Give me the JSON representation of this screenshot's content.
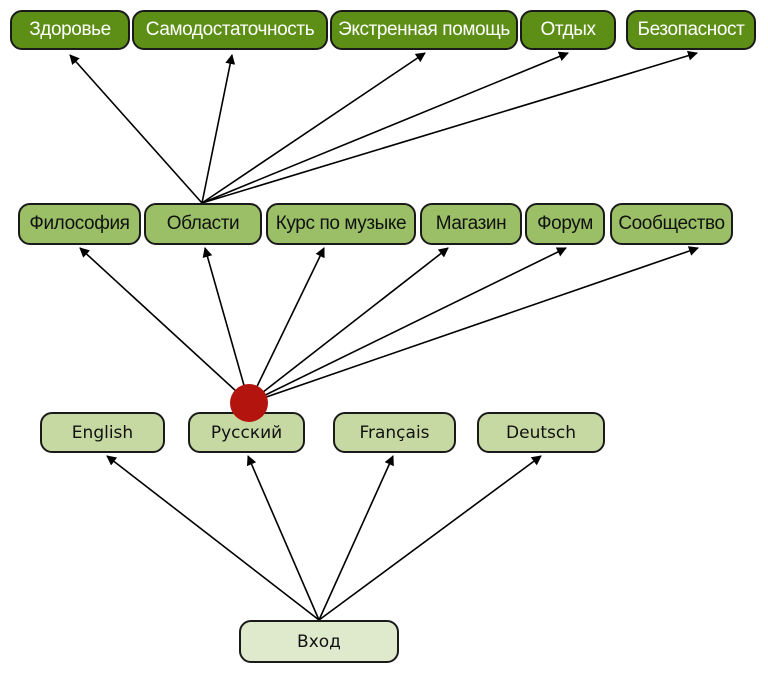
{
  "diagram": {
    "colors": {
      "level_top": "#5d8f16",
      "level_mid": "#9bbf66",
      "level_lang": "#c7d9a3",
      "level_entry": "#dfe9cb",
      "marker": "#b3150e",
      "edge": "#000000"
    },
    "nodes": {
      "entry": {
        "label": "Вход"
      },
      "languages": [
        {
          "id": "en",
          "label": "English"
        },
        {
          "id": "ru",
          "label": "Русский"
        },
        {
          "id": "fr",
          "label": "Français"
        },
        {
          "id": "de",
          "label": "Deutsch"
        }
      ],
      "sections": [
        {
          "id": "philosophy",
          "label": "Философия"
        },
        {
          "id": "areas",
          "label": "Области"
        },
        {
          "id": "music",
          "label": "Курс по музыке"
        },
        {
          "id": "shop",
          "label": "Магазин"
        },
        {
          "id": "forum",
          "label": "Форум"
        },
        {
          "id": "community",
          "label": "Сообщество"
        }
      ],
      "areas": [
        {
          "id": "health",
          "label": "Здоровье"
        },
        {
          "id": "selfsuff",
          "label": "Самодостаточность"
        },
        {
          "id": "emergency",
          "label": "Экстренная помощь"
        },
        {
          "id": "rest",
          "label": "Отдых"
        },
        {
          "id": "safety",
          "label": "Безопасност"
        }
      ]
    },
    "edges": [
      [
        "entry",
        "en"
      ],
      [
        "entry",
        "ru"
      ],
      [
        "entry",
        "fr"
      ],
      [
        "entry",
        "de"
      ],
      [
        "ru",
        "philosophy"
      ],
      [
        "ru",
        "areas"
      ],
      [
        "ru",
        "music"
      ],
      [
        "ru",
        "shop"
      ],
      [
        "ru",
        "forum"
      ],
      [
        "ru",
        "community"
      ],
      [
        "areas",
        "health"
      ],
      [
        "areas",
        "selfsuff"
      ],
      [
        "areas",
        "emergency"
      ],
      [
        "areas",
        "rest"
      ],
      [
        "areas",
        "safety"
      ]
    ],
    "current_marker": "ru"
  }
}
